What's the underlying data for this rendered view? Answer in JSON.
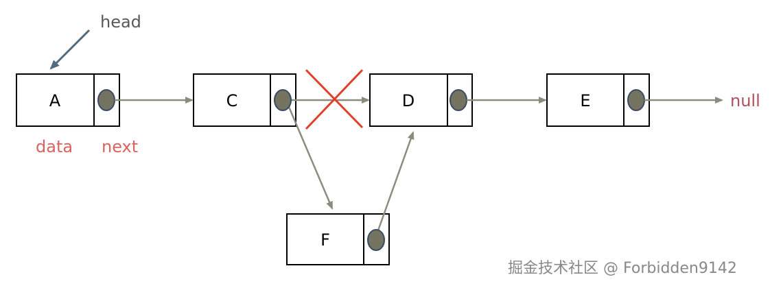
{
  "labels": {
    "head": "head",
    "data": "data",
    "next": "next",
    "null": "null"
  },
  "nodes": {
    "A": "A",
    "C": "C",
    "D": "D",
    "E": "E",
    "F": "F"
  },
  "watermark": "掘金技术社区 @ Forbidden9142",
  "colors": {
    "arrow": "#8c8c7e",
    "pointer_dot": "#73735f",
    "head_arrow": "#4f6b82",
    "cross": "#e0402a",
    "label_red": "#d9645f"
  }
}
